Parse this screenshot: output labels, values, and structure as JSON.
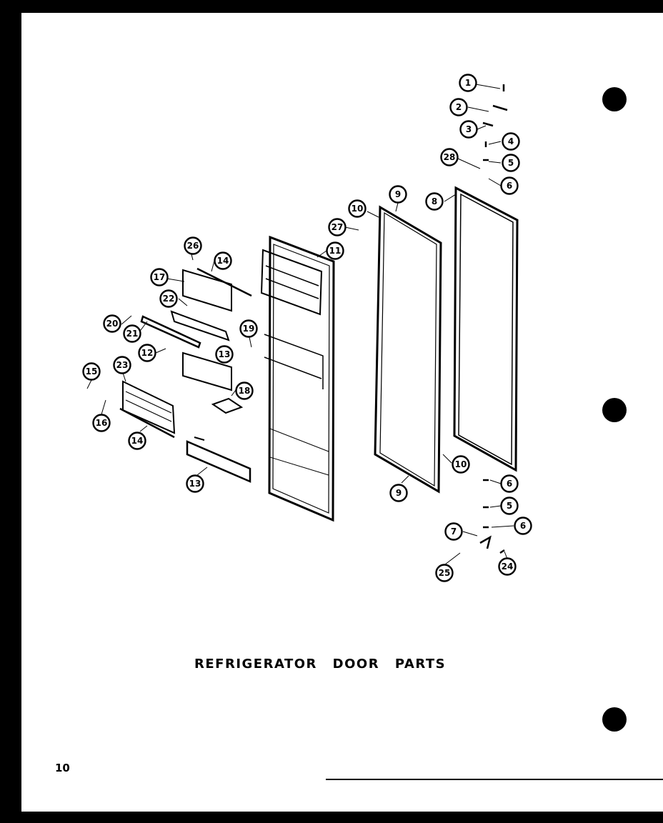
{
  "title": "REFRIGERATOR DOOR PARTS",
  "page_number": "10",
  "callouts": [
    "1",
    "2",
    "3",
    "4",
    "28",
    "5",
    "6",
    "8",
    "9",
    "10",
    "27",
    "11",
    "26",
    "14",
    "17",
    "22",
    "20",
    "21",
    "19",
    "12",
    "13",
    "18",
    "15",
    "23",
    "16",
    "14",
    "13",
    "10",
    "9",
    "6",
    "5",
    "6",
    "7",
    "25",
    "24"
  ]
}
